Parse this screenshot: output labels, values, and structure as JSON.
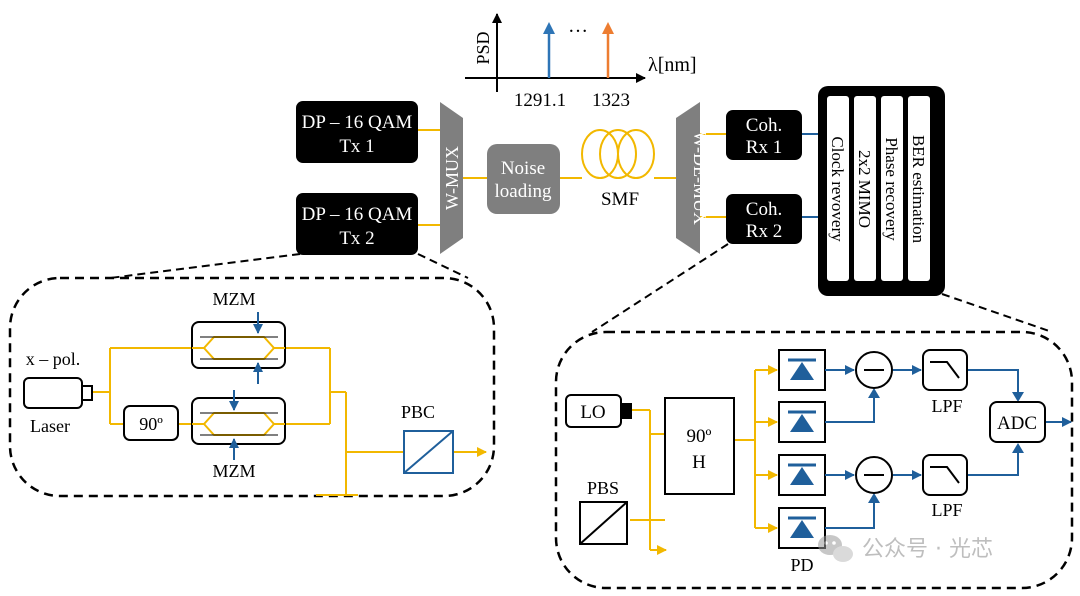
{
  "spectrum": {
    "y_axis_label": "PSD",
    "x_axis_label": "λ[nm]",
    "ellipsis": "…",
    "tick_left": "1291.1",
    "tick_right": "1323",
    "colors": {
      "left": "#2e75b6",
      "right": "#ed7d31"
    }
  },
  "tx1": {
    "line1": "DP – 16 QAM",
    "line2": "Tx 1"
  },
  "tx2": {
    "line1": "DP – 16 QAM",
    "line2": "Tx 2"
  },
  "mux_label": "W-MUX",
  "demux_label": "W-DE-MUX",
  "noise": {
    "line1": "Noise",
    "line2": "loading"
  },
  "smf_label": "SMF",
  "rx1": {
    "line1": "Coh.",
    "line2": "Rx 1"
  },
  "rx2": {
    "line1": "Coh.",
    "line2": "Rx 2"
  },
  "dsp_blocks": [
    "Clock revovery",
    "2x2 MIMO",
    "Phase recovery",
    "BER estimation"
  ],
  "tx_detail": {
    "mzm_top": "MZM",
    "mzm_bottom": "MZM",
    "pol_label": "x – pol.",
    "laser_label": "Laser",
    "phase_shift": "90º",
    "pbc_label": "PBC"
  },
  "rx_detail": {
    "lo_label": "LO",
    "pbs_label": "PBS",
    "hybrid_line1": "90º",
    "hybrid_line2": "H",
    "lpf_top": "LPF",
    "lpf_bottom": "LPF",
    "adc_label": "ADC",
    "pd_label": "PD"
  },
  "watermark": "公众号 · 光芯",
  "colors": {
    "optical": "#f2b800",
    "electrical": "#1f5f9b",
    "black_block": "#000000",
    "gray_block": "#7f7f7f"
  }
}
